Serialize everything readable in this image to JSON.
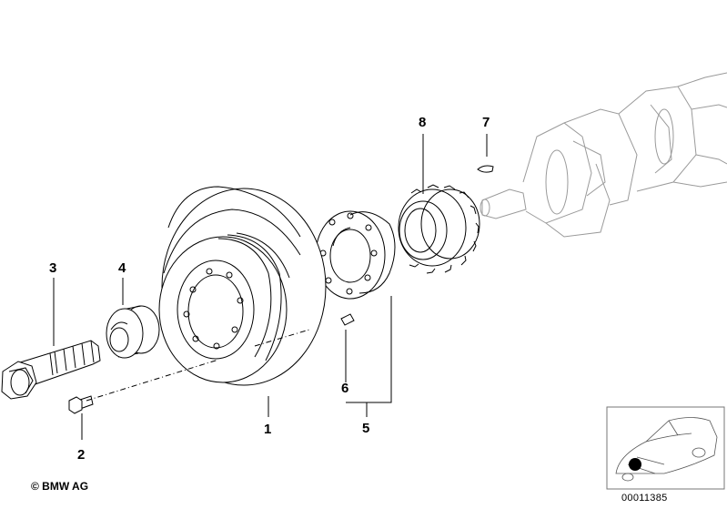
{
  "callouts": [
    {
      "id": "1",
      "text": "1"
    },
    {
      "id": "2",
      "text": "2"
    },
    {
      "id": "3",
      "text": "3"
    },
    {
      "id": "4",
      "text": "4"
    },
    {
      "id": "5",
      "text": "5"
    },
    {
      "id": "6",
      "text": "6"
    },
    {
      "id": "7",
      "text": "7"
    },
    {
      "id": "8",
      "text": "8"
    }
  ],
  "footer": {
    "copyright": "© BMW AG",
    "document_number": "00011385"
  },
  "colors": {
    "line": "#000000",
    "shade": "#9a9a9a",
    "background": "#ffffff",
    "marker": "#000000"
  }
}
